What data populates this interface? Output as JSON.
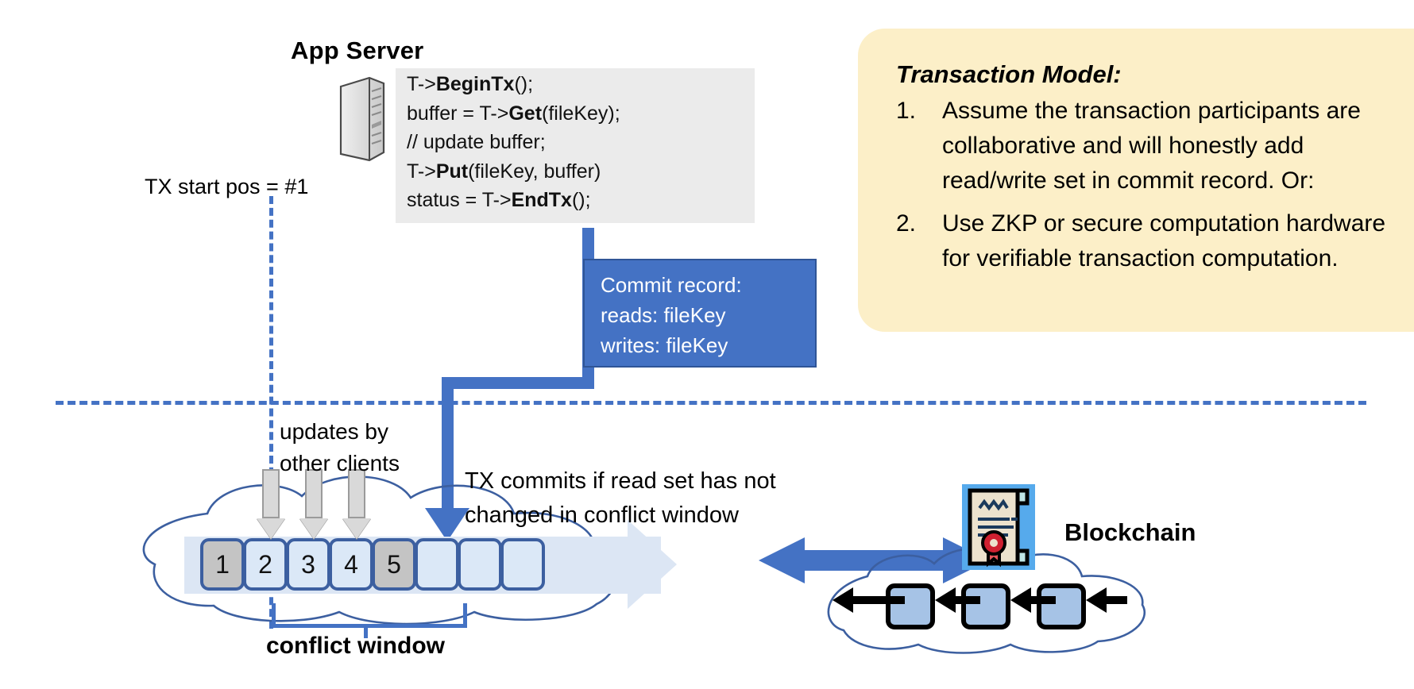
{
  "app_server": {
    "title": "App Server",
    "icon": "server-tower-icon",
    "code_lines": [
      {
        "pre": "T->",
        "bold": "BeginTx",
        "post": "();"
      },
      {
        "pre": "buffer = T->",
        "bold": "Get",
        "post": "(fileKey);"
      },
      {
        "pre": "// update buffer;",
        "bold": "",
        "post": ""
      },
      {
        "pre": "T->",
        "bold": "Put",
        "post": "(fileKey, buffer)"
      },
      {
        "pre": "status = T->",
        "bold": "EndTx",
        "post": "();"
      }
    ]
  },
  "tx_start": {
    "label": "TX start pos = #1"
  },
  "commit_record": {
    "lines": [
      "Commit record:",
      "reads: fileKey",
      "writes: fileKey"
    ],
    "color": "#4472c4"
  },
  "ledger": {
    "updates_label_line1": "updates by",
    "updates_label_line2": "other clients",
    "commit_note_line1": "TX commits if read set has not",
    "commit_note_line2": "changed in conflict window",
    "slots": [
      {
        "label": "1",
        "filled": true
      },
      {
        "label": "2",
        "filled": false
      },
      {
        "label": "3",
        "filled": false
      },
      {
        "label": "4",
        "filled": false
      },
      {
        "label": "5",
        "filled": true
      },
      {
        "label": "",
        "filled": false
      },
      {
        "label": "",
        "filled": false
      },
      {
        "label": "",
        "filled": false
      }
    ],
    "conflict_window_label": "conflict window"
  },
  "blockchain": {
    "label": "Blockchain",
    "cert_icon": "certificate-seal-icon",
    "block_count": 3
  },
  "transaction_model": {
    "title": "Transaction Model:",
    "items": [
      {
        "num": "1.",
        "text": "Assume the transaction participants are collaborative and will honestly add read/write set in commit record.  Or:"
      },
      {
        "num": "2.",
        "text": "Use ZKP or secure computation hardware for verifiable transaction computation."
      }
    ],
    "bg_color": "#fcefc8"
  },
  "colors": {
    "accent_blue": "#4472c4",
    "ledger_fill": "#dce6f4",
    "slot_filled": "#c4c4c4"
  }
}
